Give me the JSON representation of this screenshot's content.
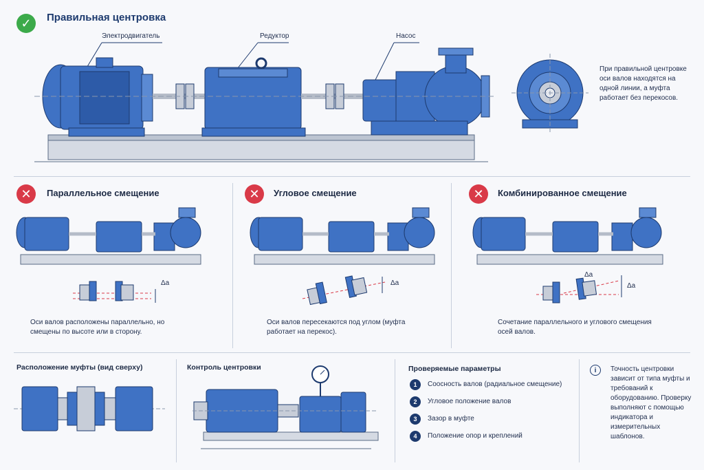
{
  "top": {
    "title": "Правильная центровка",
    "labels": {
      "motor": "Электродвигатель",
      "reducer": "Редуктор",
      "pump": "Насос"
    },
    "description": "При правильной центровке оси валов находятся на одной линии, а муфта работает без перекосов."
  },
  "panels": [
    {
      "title": "Параллельное смещение",
      "delta": "Δa",
      "text": "Оси валов расположены параллельно, но смещены по высоте или в сторону."
    },
    {
      "title": "Угловое смещение",
      "delta": "Δa",
      "text": "Оси валов пересекаются под углом (муфта работает на перекос)."
    },
    {
      "title": "Комбинированное смещение",
      "delta": "Δa",
      "text": "Сочетание параллельного и углового смещения осей валов."
    }
  ],
  "bottom": {
    "coupling_title": "Расположение муфты (вид сверху)",
    "control_title": "Контроль центровки",
    "params_title": "Проверяемые параметры",
    "params": [
      {
        "n": "1",
        "text": "Соосность валов (радиальное смещение)"
      },
      {
        "n": "2",
        "text": "Угловое положение валов"
      },
      {
        "n": "3",
        "text": "Зазор в муфте"
      },
      {
        "n": "4",
        "text": "Положение опор и креплений"
      }
    ],
    "note": "Точность центровки зависит от типа муфты и требований к оборудованию. Проверку выполняют с помощью индикатора и измерительных шаблонов.",
    "info_icon": "i"
  },
  "colors": {
    "blue": "#3f72c4",
    "blue_dark": "#1d3a6e",
    "green": "#3caa4a",
    "red": "#d93a48",
    "grey": "#c7cdd8"
  }
}
